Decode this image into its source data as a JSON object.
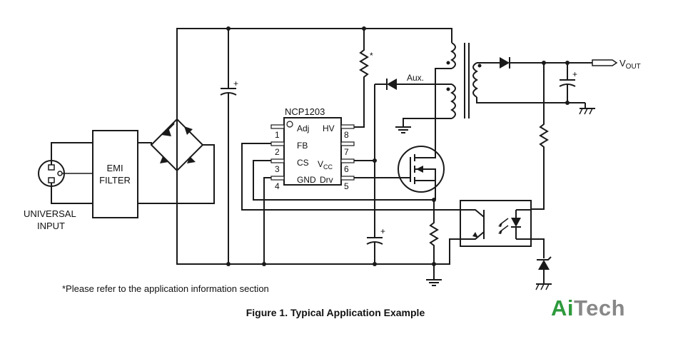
{
  "labels": {
    "emi_line1": "EMI",
    "emi_line2": "FILTER",
    "input_line1": "UNIVERSAL",
    "input_line2": "INPUT",
    "ic_name": "NCP1203",
    "aux": "Aux.",
    "vout_main": "V",
    "vout_sub": "OUT",
    "asterisk": "*",
    "plus": "+"
  },
  "pins": {
    "p1": {
      "num": "1",
      "name": "Adj"
    },
    "p2": {
      "num": "2",
      "name": "FB"
    },
    "p3": {
      "num": "3",
      "name": "CS"
    },
    "p4": {
      "num": "4",
      "name": "GND"
    },
    "p5": {
      "num": "5",
      "name": "Drv"
    },
    "p6": {
      "num": "6",
      "name_main": "V",
      "name_sub": "CC"
    },
    "p7": {
      "num": "7",
      "name": ""
    },
    "p8": {
      "num": "8",
      "name": "HV"
    }
  },
  "note": "*Please refer to the application information section",
  "caption": "Figure 1. Typical Application Example",
  "logo": {
    "part1": "Ai",
    "part2": "Tech",
    "color1": "#2e9a3c",
    "color2": "#888888"
  }
}
